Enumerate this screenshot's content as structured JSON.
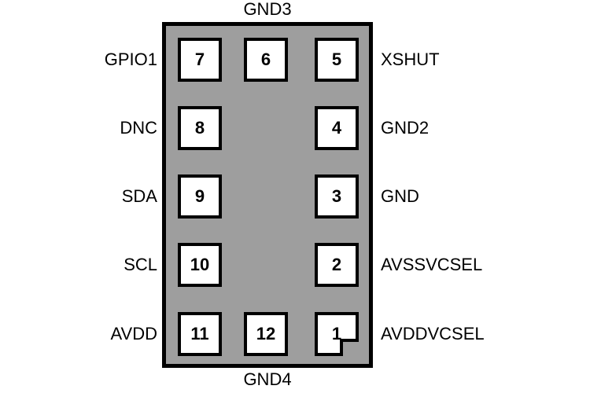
{
  "package": {
    "body_color": "#9E9E9E",
    "pad_color": "#ffffff",
    "outline_color": "#000000"
  },
  "pins": {
    "top_middle": {
      "num": "6",
      "label": "GND3"
    },
    "bottom_middle": {
      "num": "12",
      "label": "GND4"
    },
    "left": [
      {
        "num": "7",
        "label": "GPIO1"
      },
      {
        "num": "8",
        "label": "DNC"
      },
      {
        "num": "9",
        "label": "SDA"
      },
      {
        "num": "10",
        "label": "SCL"
      },
      {
        "num": "11",
        "label": "AVDD"
      }
    ],
    "right": [
      {
        "num": "5",
        "label": "XSHUT"
      },
      {
        "num": "4",
        "label": "GND2"
      },
      {
        "num": "3",
        "label": "GND"
      },
      {
        "num": "2",
        "label": "AVSSVCSEL"
      },
      {
        "num": "1",
        "label": "AVDDVCSEL"
      }
    ]
  }
}
